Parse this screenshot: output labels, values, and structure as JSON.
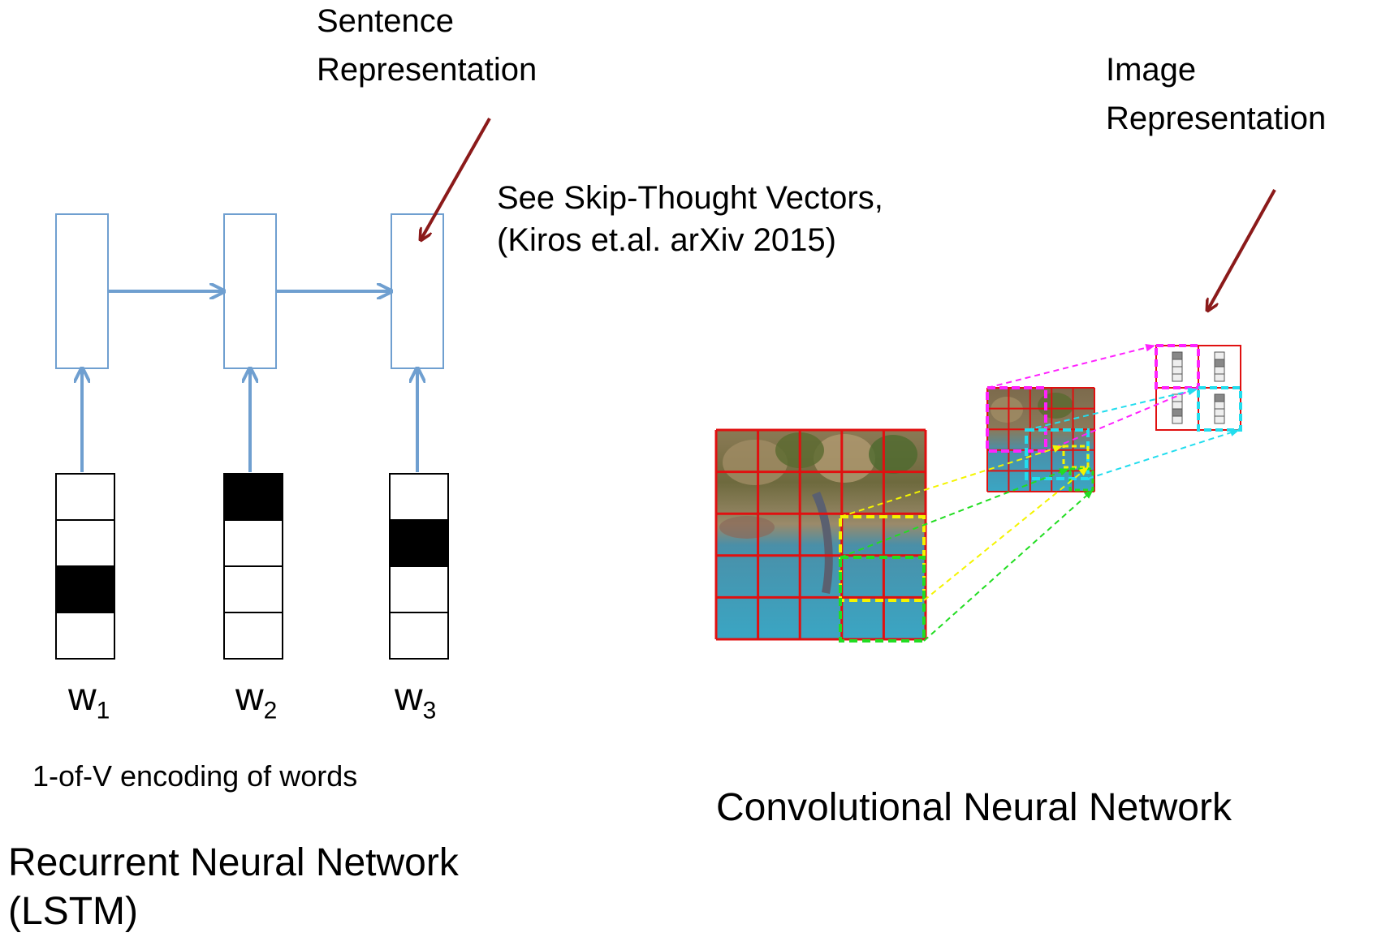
{
  "labels": {
    "sentence_rep_line1": "Sentence",
    "sentence_rep_line2": "Representation",
    "image_rep_line1": "Image",
    "image_rep_line2": "Representation",
    "citation_line1": "See Skip-Thought Vectors,",
    "citation_line2": "(Kiros et.al. arXiv 2015)",
    "encoding_caption": "1-of-V encoding of words",
    "rnn_title_line1": "Recurrent Neural Network",
    "rnn_title_line2": "(LSTM)",
    "cnn_title": "Convolutional Neural Network"
  },
  "words": [
    {
      "base": "w",
      "sub": "1",
      "active_index": 2
    },
    {
      "base": "w",
      "sub": "2",
      "active_index": 0
    },
    {
      "base": "w",
      "sub": "3",
      "active_index": 1
    }
  ],
  "colors": {
    "rnn_blue": "#6f9fd0",
    "arrow_red": "#8b1a1a",
    "grid_red": "#e01010",
    "magenta": "#ff22ff",
    "cyan": "#22ddee",
    "yellow": "#f4f400",
    "green": "#22dd22"
  }
}
